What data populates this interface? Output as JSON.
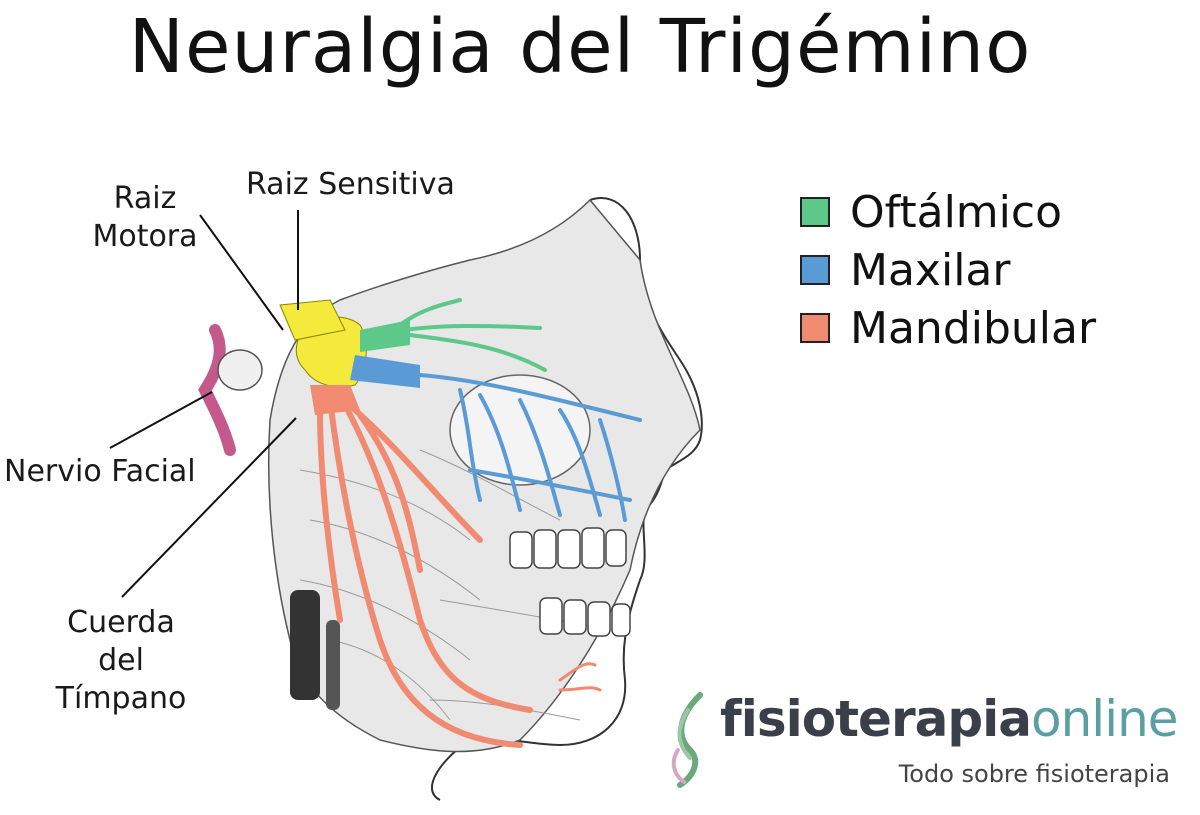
{
  "title": "Neuralgia del Trigémino",
  "labels": {
    "raiz_motora_1": "Raiz",
    "raiz_motora_2": "Motora",
    "raiz_sensitiva": "Raiz Sensitiva",
    "nervio_facial": "Nervio Facial",
    "cuerda_1": "Cuerda",
    "cuerda_2": "del",
    "cuerda_3": "Tímpano"
  },
  "legend": [
    {
      "label": "Oftálmico",
      "color": "#5cc88a"
    },
    {
      "label": "Maxilar",
      "color": "#5b9bd5"
    },
    {
      "label": "Mandibular",
      "color": "#f08a70"
    }
  ],
  "colors": {
    "ganglion": "#f3ea3c",
    "facial_nerve": "#c45a8c"
  },
  "brand": {
    "name_part1": "fisioterapia",
    "name_part2": "online",
    "tagline": "Todo sobre fisioterapia"
  }
}
